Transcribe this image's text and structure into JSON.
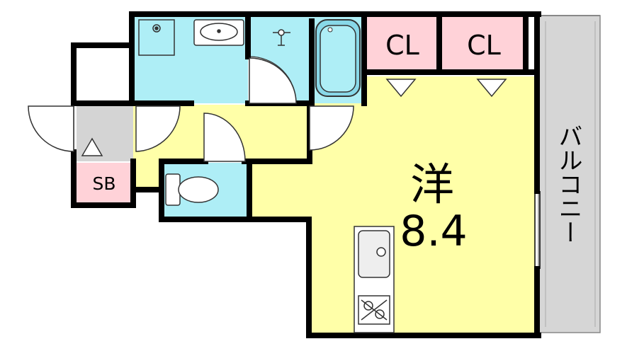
{
  "floorplan": {
    "closet_label_1": "CL",
    "closet_label_2": "CL",
    "shoebox_label": "SB",
    "room_type": "洋",
    "room_size": "8.4",
    "balcony_label": "バルコニー"
  },
  "colors": {
    "wall": "#000000",
    "western_room": "#ffffa8",
    "wet_area": "#aeeef6",
    "closet": "#ffd2d8",
    "entrance": "#d4d4d4",
    "balcony": "#d6d6d6",
    "background": "#ffffff"
  }
}
